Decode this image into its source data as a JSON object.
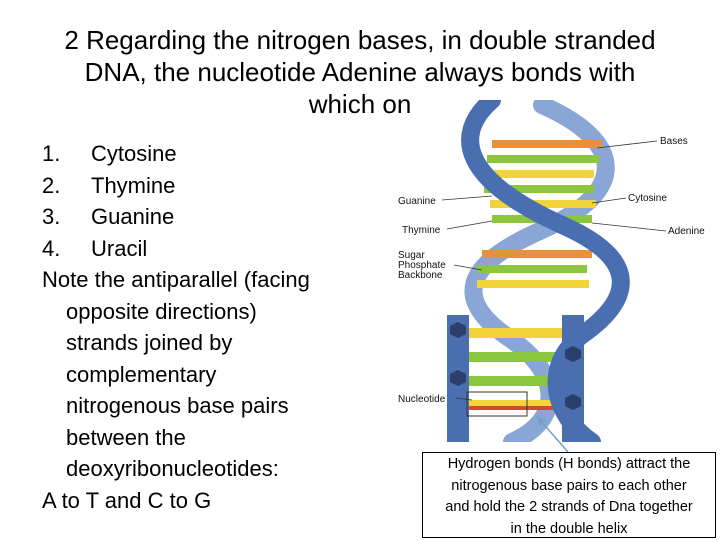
{
  "title": {
    "line1": "2   Regarding the nitrogen bases, in double stranded",
    "line2": "DNA, the nucleotide Adenine always bonds with",
    "line3": "which on"
  },
  "options": [
    {
      "num": "1.",
      "text": "Cytosine"
    },
    {
      "num": "2.",
      "text": "Thymine"
    },
    {
      "num": "3.",
      "text": "Guanine"
    },
    {
      "num": "4.",
      "text": "Uracil"
    }
  ],
  "note": {
    "line1": "Note the antiparallel (facing",
    "line2": "opposite directions)",
    "line3": "strands joined by",
    "line4": "complementary",
    "line5": "nitrogenous base pairs",
    "line6": "between the",
    "line7": "deoxyribonucleotides:",
    "line8": "A to T and C to G"
  },
  "figure": {
    "labels": {
      "bases": "Bases",
      "guanine": "Guanine",
      "cytosine": "Cytosine",
      "thymine": "Thymine",
      "adenine": "Adenine",
      "sugar": "Sugar",
      "phosphate": "Phosphate",
      "backbone": "Backbone",
      "nucleotide": "Nucleotide"
    }
  },
  "callout": {
    "line1": "Hydrogen bonds (H bonds) attract the",
    "line2": "nitrogenous base pairs to each other",
    "line3": "and hold the 2 strands of Dna together",
    "line4": "in the double helix"
  },
  "colors": {
    "backbone": "#4a6fb0",
    "backbone_light": "#8aa6d6",
    "base_green": "#8cc63f",
    "base_yellow": "#f2d43a",
    "base_red": "#d9433a",
    "base_orange": "#e8913a"
  }
}
